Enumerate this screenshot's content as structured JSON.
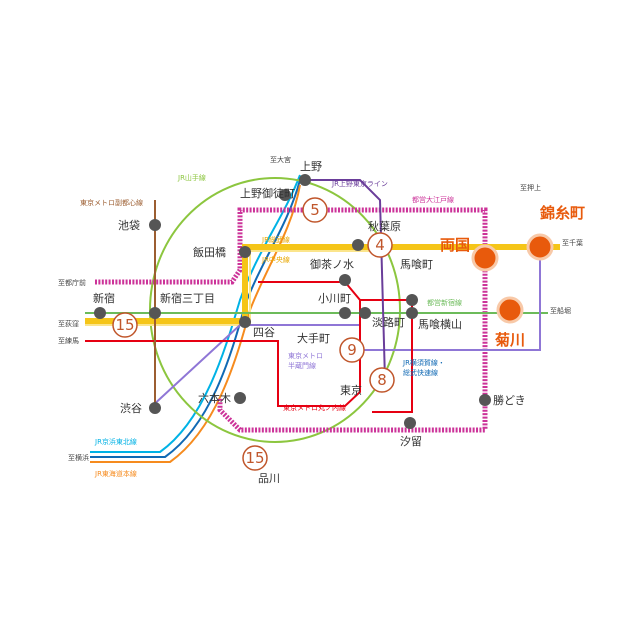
{
  "colors": {
    "yamanote": "#8cc63f",
    "oedo": "#cc3399",
    "sobu": "#f5c518",
    "chuo": "#f5c518",
    "marunouchi": "#e60012",
    "hanzomon": "#8f76d6",
    "shinjuku": "#6cbb5a",
    "fukutoshin": "#9c5e31",
    "keihin": "#00b2e5",
    "tokaido": "#f68b1e",
    "yokosuka": "#1069b4",
    "highlight": "#e85a0c",
    "station": "#555555",
    "badge_border": "#c0562b"
  },
  "stations": {
    "ueno": "上野",
    "ueno_okachimachi": "上野御徒町",
    "akihabara": "秋葉原",
    "ikebukuro": "池袋",
    "iidabashi": "飯田橋",
    "ochanomizu": "御茶ノ水",
    "bakurocho": "馬喰町",
    "shinjuku": "新宿",
    "shinjuku_sanchome": "新宿三丁目",
    "ogawamachi": "小川町",
    "awajicho": "淡路町",
    "bakuro_yokoyama": "馬喰横山",
    "yotsuya": "四谷",
    "otemachi": "大手町",
    "tokyo": "東京",
    "roppongi": "六本木",
    "shibuya": "渋谷",
    "kachidoki": "勝どき",
    "shiodome": "汐留",
    "shinagawa": "品川",
    "ryogoku": "両国",
    "kikukawa": "菊川",
    "kinshicho": "錦糸町"
  },
  "lines": {
    "yamanote": "JR山手線",
    "ueno_tokyo": "JR上野東京ライン",
    "oedo": "都営大江戸線",
    "fukutoshin": "東京メトロ副都心線",
    "sobu": "JR総武線",
    "chuo": "JR中央線",
    "shinjuku_line": "都営新宿線",
    "hanzomon_1": "東京メトロ",
    "hanzomon_2": "半蔵門線",
    "yokosuka_1": "JR横須賀線・",
    "yokosuka_2": "総武快速線",
    "marunouchi": "東京メトロ丸ノ内線",
    "keihin": "JR京浜東北線",
    "tokaido": "JR東海道本線"
  },
  "directions": {
    "omiya": "至大宮",
    "oshiage": "至押上",
    "chiba": "至千葉",
    "tocho": "至都庁前",
    "ogikubo": "至荻窪",
    "funabori": "至船堀",
    "nerima": "至練馬",
    "yokohama": "至横浜"
  },
  "times": {
    "ueno_okachimachi": "5",
    "akihabara": "4",
    "shinjuku": "15",
    "otemachi": "9",
    "tokyo": "8",
    "shinagawa": "15"
  }
}
